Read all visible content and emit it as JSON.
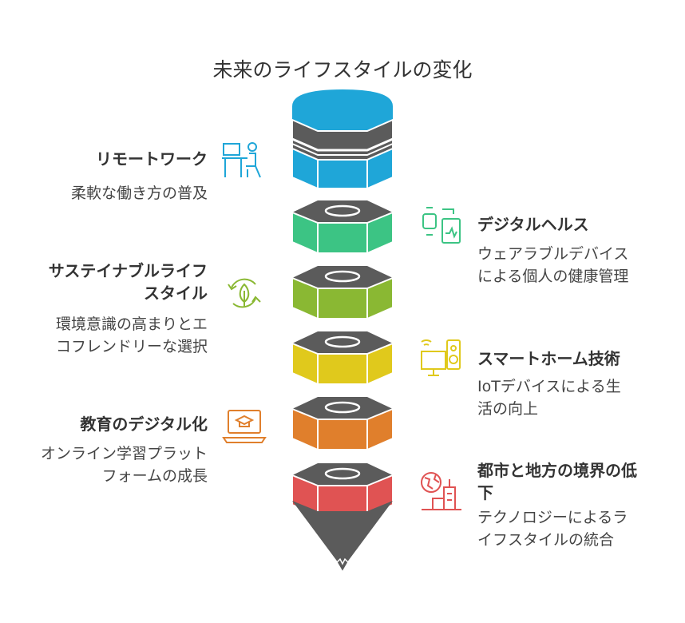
{
  "title": "未来のライフスタイルの変化",
  "colors": {
    "gray": "#5b5b5b",
    "blue": "#1fa6d8",
    "green": "#3cc484",
    "lime": "#8ab833",
    "yellow": "#e0c91c",
    "orange": "#e07f2c",
    "red": "#e05353"
  },
  "items": [
    {
      "title": "リモートワーク",
      "desc": [
        "柔軟な働き方の普及"
      ],
      "icon": "desk-worker-icon",
      "side": "left"
    },
    {
      "title": "デジタルヘルス",
      "desc": [
        "ウェアラブルデバイス",
        "による個人の健康管理"
      ],
      "icon": "smartwatch-phone-icon",
      "side": "right"
    },
    {
      "title": "サステイナブルライフスタイル",
      "title_lines": [
        "サステイナブルライフ",
        "スタイル"
      ],
      "desc": [
        "環境意識の高まりとエ",
        "コフレンドリーな選択"
      ],
      "icon": "recycle-leaf-icon",
      "side": "left"
    },
    {
      "title": "スマートホーム技術",
      "desc": [
        "IoTデバイスによる生",
        "活の向上"
      ],
      "icon": "smart-home-devices-icon",
      "side": "right"
    },
    {
      "title": "教育のデジタル化",
      "desc": [
        "オンライン学習プラット",
        "フォームの成長"
      ],
      "icon": "laptop-graduation-icon",
      "side": "left"
    },
    {
      "title": "都市と地方の境界の低下",
      "title_lines": [
        "都市と地方の境界の低",
        "下"
      ],
      "desc": [
        "テクノロジーによるラ",
        "イフスタイルの統合"
      ],
      "icon": "globe-city-icon",
      "side": "right"
    }
  ]
}
